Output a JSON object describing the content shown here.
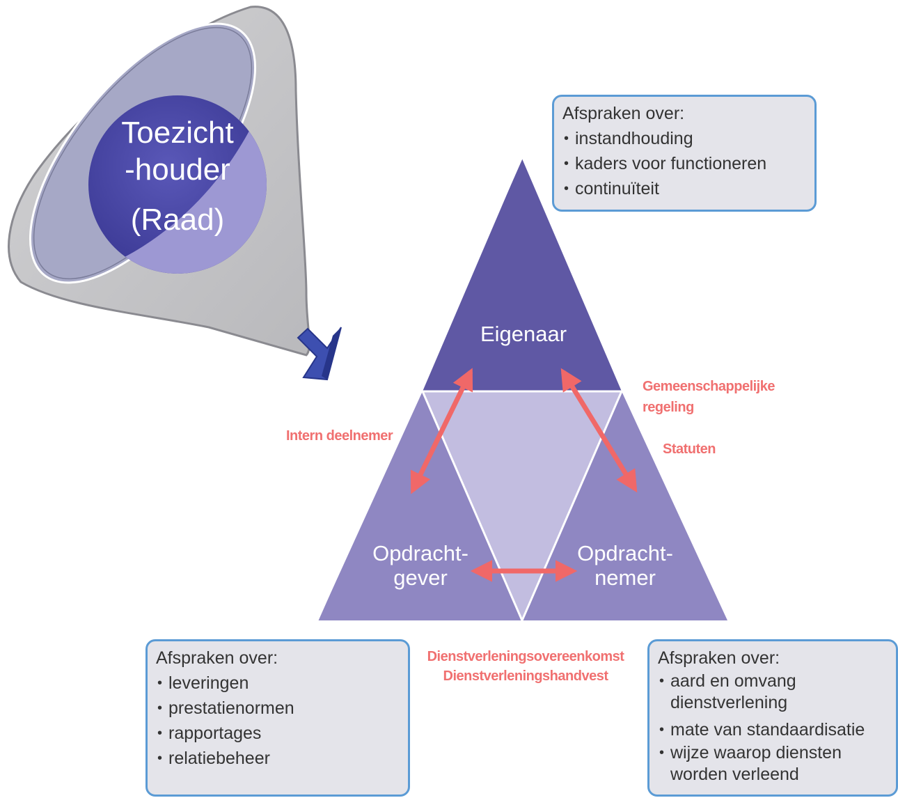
{
  "funnel": {
    "label_line1": "Toezicht",
    "label_line2": "-houder",
    "label_line3": "(Raad)"
  },
  "pyramid": {
    "top_label": "Eigenaar",
    "left_line1": "Opdracht-",
    "left_line2": "gever",
    "right_line1": "Opdracht-",
    "right_line2": "nemer"
  },
  "relations": {
    "left": "Intern deelnemer",
    "right_line1": "Gemeenschappelijke",
    "right_line2": "regeling",
    "right_line3": "Statuten",
    "bottom_line1": "Dienstverleningsovereenkomst",
    "bottom_line2": "Dienstverleningshandvest"
  },
  "boxes": {
    "top": {
      "heading": "Afspraken over:",
      "items": [
        "instandhouding",
        "kaders voor functioneren",
        "continuïteit"
      ]
    },
    "left": {
      "heading": "Afspraken over:",
      "items": [
        "leveringen",
        "prestatienormen",
        "rapportages",
        "relatiebeheer"
      ]
    },
    "right": {
      "heading": "Afspraken over:",
      "items": [
        "aard en omvang dienstverlening",
        "mate van standaardisatie",
        "wijze waarop diensten worden verleend"
      ]
    }
  },
  "colors": {
    "top_triangle": "#5f58a4",
    "corner_triangles": "#8f87c2",
    "center_triangle": "#c2bde0",
    "arrow": "#f06868",
    "relation_text": "#f07070",
    "box_border": "#5b9bd5",
    "box_fill": "#e4e4ea",
    "funnel": "#c7c7c9",
    "circle": "#4b4aa6"
  }
}
